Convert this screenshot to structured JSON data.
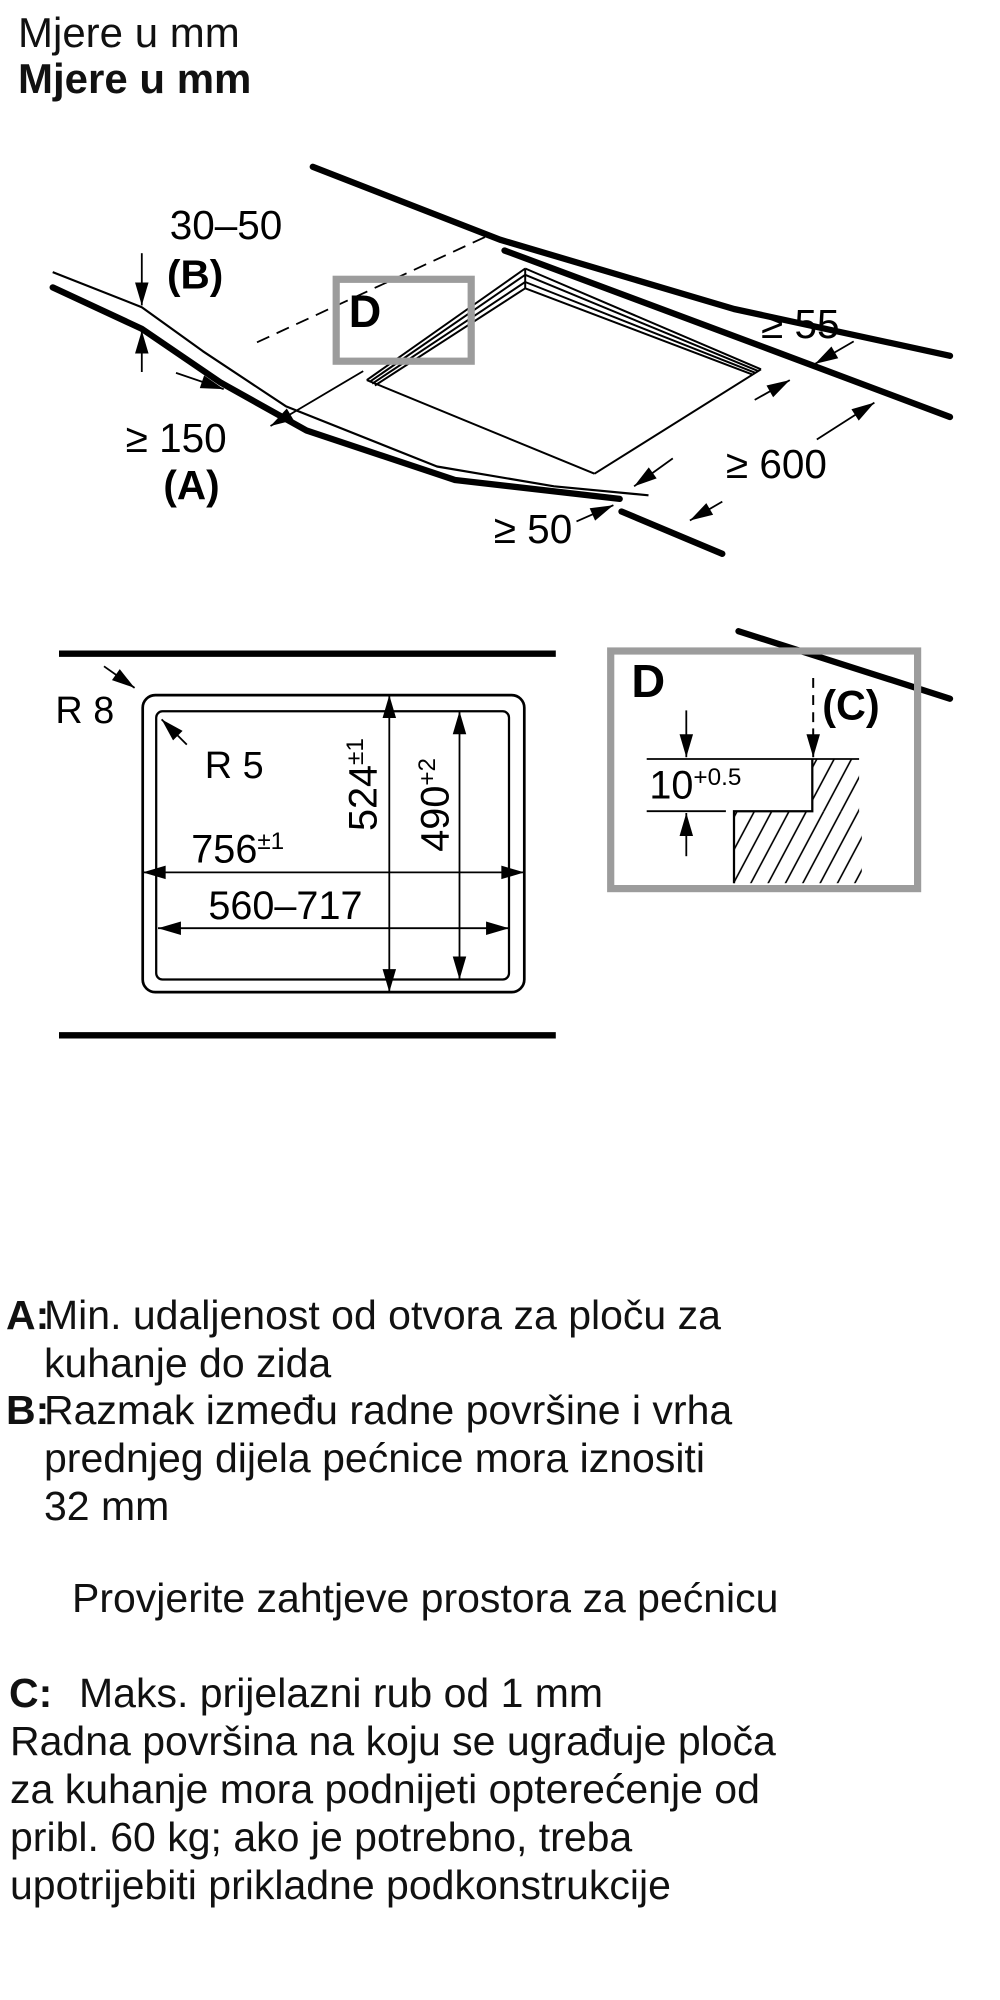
{
  "title": {
    "line1": "Mjere u mm",
    "line2": "Mjere u mm"
  },
  "refs": {
    "a": "(A)",
    "b": "(B)",
    "c": "(C)",
    "d": "D"
  },
  "colors": {
    "ink": "#000000",
    "detail_frame": "#9c9c9c"
  },
  "top_view": {
    "worktop_thickness": "30–50",
    "back_clearance": "≥ 55",
    "side_clearance": "≥ 150",
    "worktop_depth": "≥ 600",
    "front_clearance": "≥ 50"
  },
  "cutout_view": {
    "outer_radius": "R 8",
    "inner_radius": "R 5",
    "width": {
      "value": "756",
      "tol": "±1"
    },
    "depth": {
      "value": "524",
      "tol": "±1"
    },
    "inner_width": "560–717",
    "inner_depth": {
      "value": "490",
      "tol": "+2"
    }
  },
  "detail": {
    "step": {
      "value": "10",
      "tol": "+0.5"
    }
  },
  "notes": {
    "a_label": "A:",
    "a_lines": [
      "Min. udaljenost od otvora za ploču za",
      "kuhanje do zida"
    ],
    "b_label": "B:",
    "b_lines": [
      "Razmak između radne površine i vrha",
      "prednjeg dijela pećnice mora iznositi",
      "32 mm"
    ],
    "check_line": "Provjerite zahtjeve prostora za pećnicu",
    "c_label": "C:",
    "c_line": "Maks. prijelazni rub od 1 mm",
    "load_lines": [
      "Radna površina na koju se ugrađuje ploča",
      "za kuhanje mora podnijeti opterećenje od",
      "pribl. 60 kg; ako je potrebno, treba",
      "upotrijebiti prikladne podkonstrukcije"
    ]
  }
}
